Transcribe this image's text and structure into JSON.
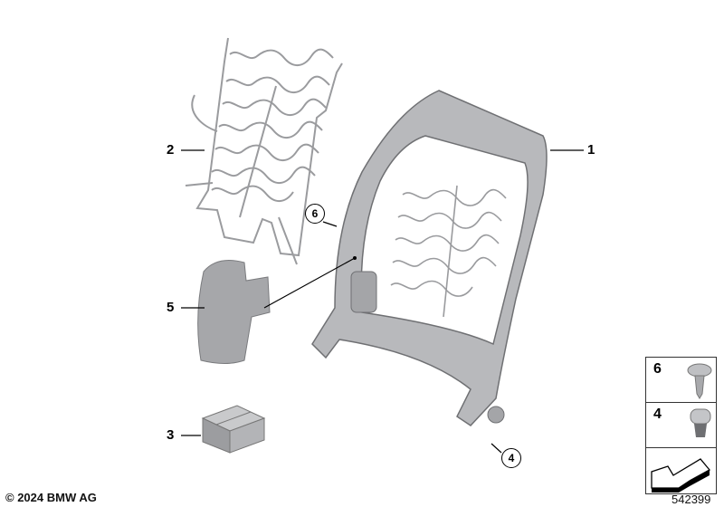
{
  "callouts": {
    "part_1": "1",
    "part_2": "2",
    "part_3": "3",
    "part_4": "4",
    "part_5": "5",
    "part_6": "6"
  },
  "legend": {
    "items": [
      {
        "number": "6",
        "icon": "screw-flange-icon"
      },
      {
        "number": "4",
        "icon": "screw-torx-icon"
      },
      {
        "number": "",
        "icon": "arrow-icon"
      }
    ]
  },
  "diagram_number": "542399",
  "copyright": "© 2024 BMW AG",
  "colors": {
    "part_fill": "#b8b9bc",
    "part_dark": "#8a8b8e",
    "line": "#000000"
  }
}
